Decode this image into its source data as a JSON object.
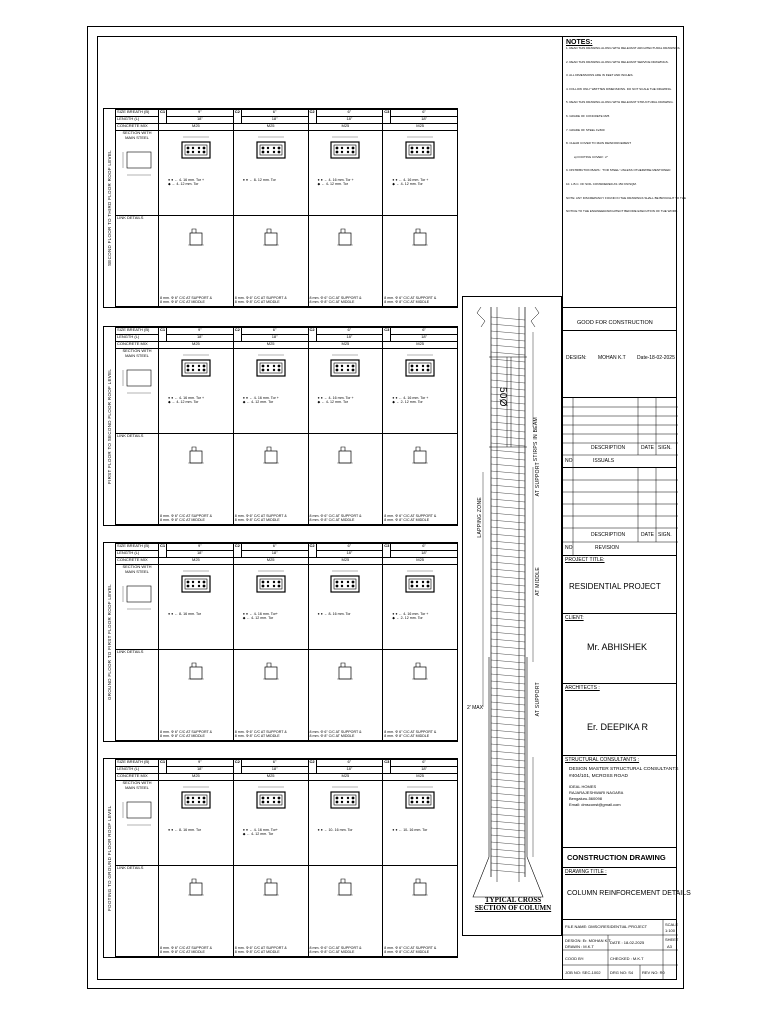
{
  "headers": {
    "size": "SIZE",
    "breath": "BREATH (B)",
    "length": "LENGTH (L)",
    "concrete": "CONCRETE MIX",
    "section": "SECTION WITH MAIN STEEL",
    "link": "LINK DETAILS"
  },
  "tables": [
    {
      "level": "SECOND FLOOR TO THIRD FLOOR ROOF LEVEL",
      "cols": [
        {
          "name": "C1",
          "b": "9\"",
          "l": "18\"",
          "mix": "M25",
          "steel": [
            "4- 16 mm. Tor +",
            "4- 12 mm. Tor"
          ],
          "link": [
            "8 mm. Φ 6\" C/C AT SUPPORT &",
            "8 mm. Φ 8\" C/C AT MIDDLE"
          ]
        },
        {
          "name": "C2",
          "b": "6\"",
          "l": "18\"",
          "mix": "M25",
          "steel": [
            "8- 12 mm. Tor"
          ],
          "link": [
            "8 mm. Φ 6\" C/C AT SUPPORT &",
            "8 mm. Φ 8\" C/C AT MIDDLE"
          ]
        },
        {
          "name": "C2",
          "b": "6\"",
          "l": "18\"",
          "mix": "M25",
          "steel": [
            "4- 16 mm. Tor +",
            "4- 12 mm. Tor"
          ],
          "link": [
            "8 mm. Φ 6\" C/C AT SUPPORT &",
            "8 mm. Φ 8\" C/C AT MIDDLE"
          ]
        },
        {
          "name": "C3",
          "b": "6\"",
          "l": "18\"",
          "mix": "M25",
          "steel": [
            "4- 16 mm. Tor +",
            "4- 12 mm. Tor"
          ],
          "link": [
            "8 mm. Φ 6\" C/C AT SUPPORT &",
            "8 mm. Φ 8\" C/C AT MIDDLE"
          ]
        }
      ]
    },
    {
      "level": "FIRST FLOOR TO SECOND FLOOR ROOF LEVEL",
      "cols": [
        {
          "name": "C1",
          "b": "9\"",
          "l": "18\"",
          "mix": "M25",
          "steel": [
            "4- 16 mm. Tor +",
            "4- 12 mm. Tor"
          ],
          "link": [
            "8 mm. Φ 6\" C/C AT SUPPORT &",
            "8 mm. Φ 8\" C/C AT MIDDLE"
          ]
        },
        {
          "name": "C2",
          "b": "6\"",
          "l": "18\"",
          "mix": "M25",
          "steel": [
            "4- 16 mm. Tor +",
            "4- 12 mm. Tor"
          ],
          "link": [
            "8 mm. Φ 6\" C/C AT SUPPORT &",
            "8 mm. Φ 8\" C/C AT MIDDLE"
          ]
        },
        {
          "name": "C2",
          "b": "6\"",
          "l": "18\"",
          "mix": "M25",
          "steel": [
            "4- 16 mm. Tor +",
            "4- 12 mm. Tor"
          ],
          "link": [
            "8 mm. Φ 6\" C/C AT SUPPORT &",
            "8 mm. Φ 8\" C/C AT MIDDLE"
          ]
        },
        {
          "name": "C3",
          "b": "6\"",
          "l": "18\"",
          "mix": "M25",
          "steel": [
            "4- 16 mm. Tor +",
            "2- 12 mm. Tor"
          ],
          "link": [
            "8 mm. Φ 6\" C/C AT SUPPORT &",
            "8 mm. Φ 8\" C/C AT MIDDLE"
          ]
        }
      ]
    },
    {
      "level": "GROUND FLOOR TO FIRST FLOOR ROOF LEVEL",
      "cols": [
        {
          "name": "C1",
          "b": "9\"",
          "l": "18\"",
          "mix": "M25",
          "steel": [
            "8- 16 mm. Tor"
          ],
          "link": [
            "8 mm. Φ 6\" C/C AT SUPPORT &",
            "8 mm. Φ 8\" C/C AT MIDDLE"
          ]
        },
        {
          "name": "C2",
          "b": "6\"",
          "l": "18\"",
          "mix": "M25",
          "steel": [
            "4- 16 mm. Tor+",
            "4- 12 mm. Tor"
          ],
          "link": [
            "8 mm. Φ 6\" C/C AT SUPPORT &",
            "8 mm. Φ 8\" C/C AT MIDDLE"
          ]
        },
        {
          "name": "C2",
          "b": "6\"",
          "l": "18\"",
          "mix": "M25",
          "steel": [
            "8- 16 mm. Tor"
          ],
          "link": [
            "8 mm. Φ 6\" C/C AT SUPPORT &",
            "8 mm. Φ 8\" C/C AT MIDDLE"
          ]
        },
        {
          "name": "C3",
          "b": "6\"",
          "l": "18\"",
          "mix": "M25",
          "steel": [
            "4- 16 mm. Tor +",
            "2- 12 mm. Tor"
          ],
          "link": [
            "8 mm. Φ 6\" C/C AT SUPPORT &",
            "8 mm. Φ 8\" C/C AT MIDDLE"
          ]
        }
      ]
    },
    {
      "level": "FOOTING TO GROUND FLOOR ROOF LEVEL",
      "cols": [
        {
          "name": "C1",
          "b": "9\"",
          "l": "18\"",
          "mix": "M25",
          "steel": [
            "8- 16 mm. Tor"
          ],
          "link": [
            "8 mm. Φ 6\" C/C AT SUPPORT &",
            "8 mm. Φ 8\" C/C AT MIDDLE"
          ]
        },
        {
          "name": "C2",
          "b": "6\"",
          "l": "18\"",
          "mix": "M25",
          "steel": [
            "4- 16 mm. Tor+",
            "4- 12 mm. Tor"
          ],
          "link": [
            "8 mm. Φ 6\" C/C AT SUPPORT &",
            "8 mm. Φ 8\" C/C AT MIDDLE"
          ]
        },
        {
          "name": "C2",
          "b": "6\"",
          "l": "18\"",
          "mix": "M25",
          "steel": [
            "10- 16 mm. Tor"
          ],
          "link": [
            "8 mm. Φ 6\" C/C AT SUPPORT &",
            "8 mm. Φ 8\" C/C AT MIDDLE"
          ]
        },
        {
          "name": "C3",
          "b": "6\"",
          "l": "18\"",
          "mix": "M25",
          "steel": [
            "10- 16 mm. Tor"
          ],
          "link": [
            "8 mm. Φ 6\" C/C AT SUPPORT &",
            "8 mm. Φ 8\" C/C AT MIDDLE"
          ]
        }
      ]
    }
  ],
  "cross_section": {
    "title1": "TYPICAL CROSS",
    "title2": "SECTION OF COLUMN",
    "lap_label": "50Ø",
    "lapping_zone": "LAPPING ZONE",
    "stirrups_beam": "STIRPS IN BEAM",
    "at_support_top": "AT SUPPORT",
    "at_mid": "AT MIDDLE",
    "at_support_bot": "AT SUPPORT",
    "max": "2' MAX"
  },
  "notes": {
    "title": "NOTES:",
    "items": [
      "1. READ THIS DRAWING ALONG WITH RELEVANT ARCHITECTURAL DRAWINGS.",
      "2. READ THIS DRAWING ALONG WITH RELEVANT SERVICE DRAWINGS.",
      "3. ALL DIMENSIONS ARE IN FEET AND INCHES.",
      "4. FOLLOW ONLY WRITTEN DIMENSIONS. DO NOT SCALE THE DRAWING.",
      "5. READ THIS DRAWING ALONG WITH RELEVANT STRUCTURAL DRAWING.",
      "6. GRADE OF CONCRETE M25",
      "7. GRADE OF STEEL Fe500",
      "8. CLEAR COVER TO MAIN REINFORCEMENT",
      "a) FOOTING COVER : 2\"",
      "9. DISTRIBUTION BARS : 'TOR STEEL' UNLESS OTHERWISE MENTIONED",
      "10. L.B.C. OF SOIL CONSIDERED AS 150 KN/SQM.",
      "NOTE: ANY DISCREPANCY FOUND IN THE DRAWINGS SHALL BE BROUGHT TO THE",
      "NOTICE TO THE ENGINEER/ARCHITECT BEFORE EXECUTION OF THE WORK."
    ]
  },
  "title_block": {
    "good_for_construction": "GOOD FOR CONSTRUCTION",
    "design_label": "DESIGN:",
    "design_name": "MOHAN K.T",
    "date_label": "Date-",
    "date_value": "18-02-2025",
    "description": "DESCRIPTION",
    "date_col": "DATE",
    "sign_col": "SIGN.",
    "no": "NO",
    "issuals": "ISSUALS",
    "revision": "REVISION",
    "project_title_label": "PROJECT TITLE:",
    "project_title": "RESIDENTIAL PROJECT",
    "client_label": "CLIENT:",
    "client": "Mr. ABHISHEK",
    "architects_label": "ARCHITECTS :",
    "architect": "Er. DEEPIKA R",
    "consultants_label": "STRUCTURAL CONSULTANTS :",
    "consultants": [
      "DESIGN MASTER STRUCTURAL CONSULTANTS",
      "#404/101, MCROSS ROAD",
      "IDEAL HOMES",
      "RAJARAJESHWARI NAGARA",
      "Bengaluru-560098",
      "Email: dmsconst@gmail.com"
    ],
    "construction_drawing": "CONSTRUCTION DRAWING",
    "drawing_title_label": "DRAWING TITLE :",
    "drawing_title": "COLUMN REINFORCEMENT DETAILS",
    "file_name": "FILE NAME: DMSC\\RESIDENTIAL PROJECT",
    "scale_label": "SCALE",
    "scale": "1:100",
    "design_row": "DESIGN:",
    "design_row_val": "Er. MOHAN K.T",
    "drawn": "DRAWN : M.K.T",
    "date_row": "DATE :",
    "date_row_val": "18-02-2025",
    "sheet_label": "SHEET",
    "sheet": "A3",
    "cood_by": "COOD BY:",
    "checked": "CHECKED :",
    "checked_val": "M.K.T",
    "job_no": "JOB NO: SEC-1002",
    "drg_no": "DRG NO: S4",
    "rev_no": "REV NO:",
    "rev_val": "R0"
  }
}
